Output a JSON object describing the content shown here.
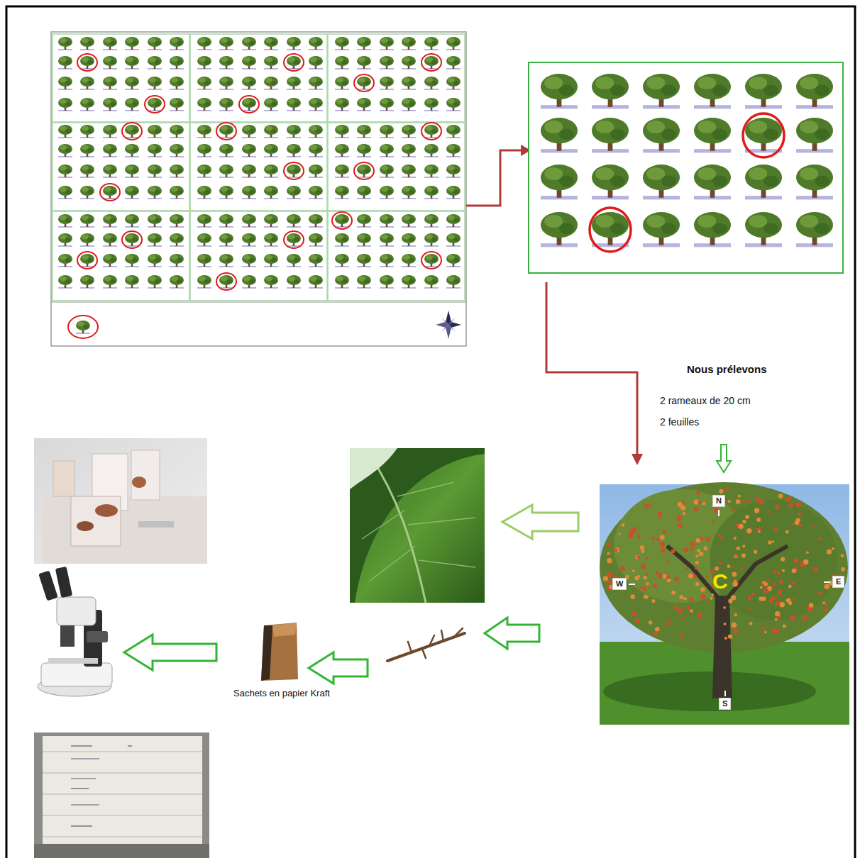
{
  "diagram": {
    "nodes": [
      {
        "text": [
          "N"
        ]
      },
      {
        "text": [
          "W"
        ]
      },
      {
        "text": [
          "E"
        ]
      },
      {
        "text": [
          "S"
        ]
      }
    ],
    "labels": [
      "Nous prélevons",
      "2 rameaux de 20 cm",
      "2 feuilles",
      "C",
      "Sachets en papier Kraft"
    ]
  }
}
